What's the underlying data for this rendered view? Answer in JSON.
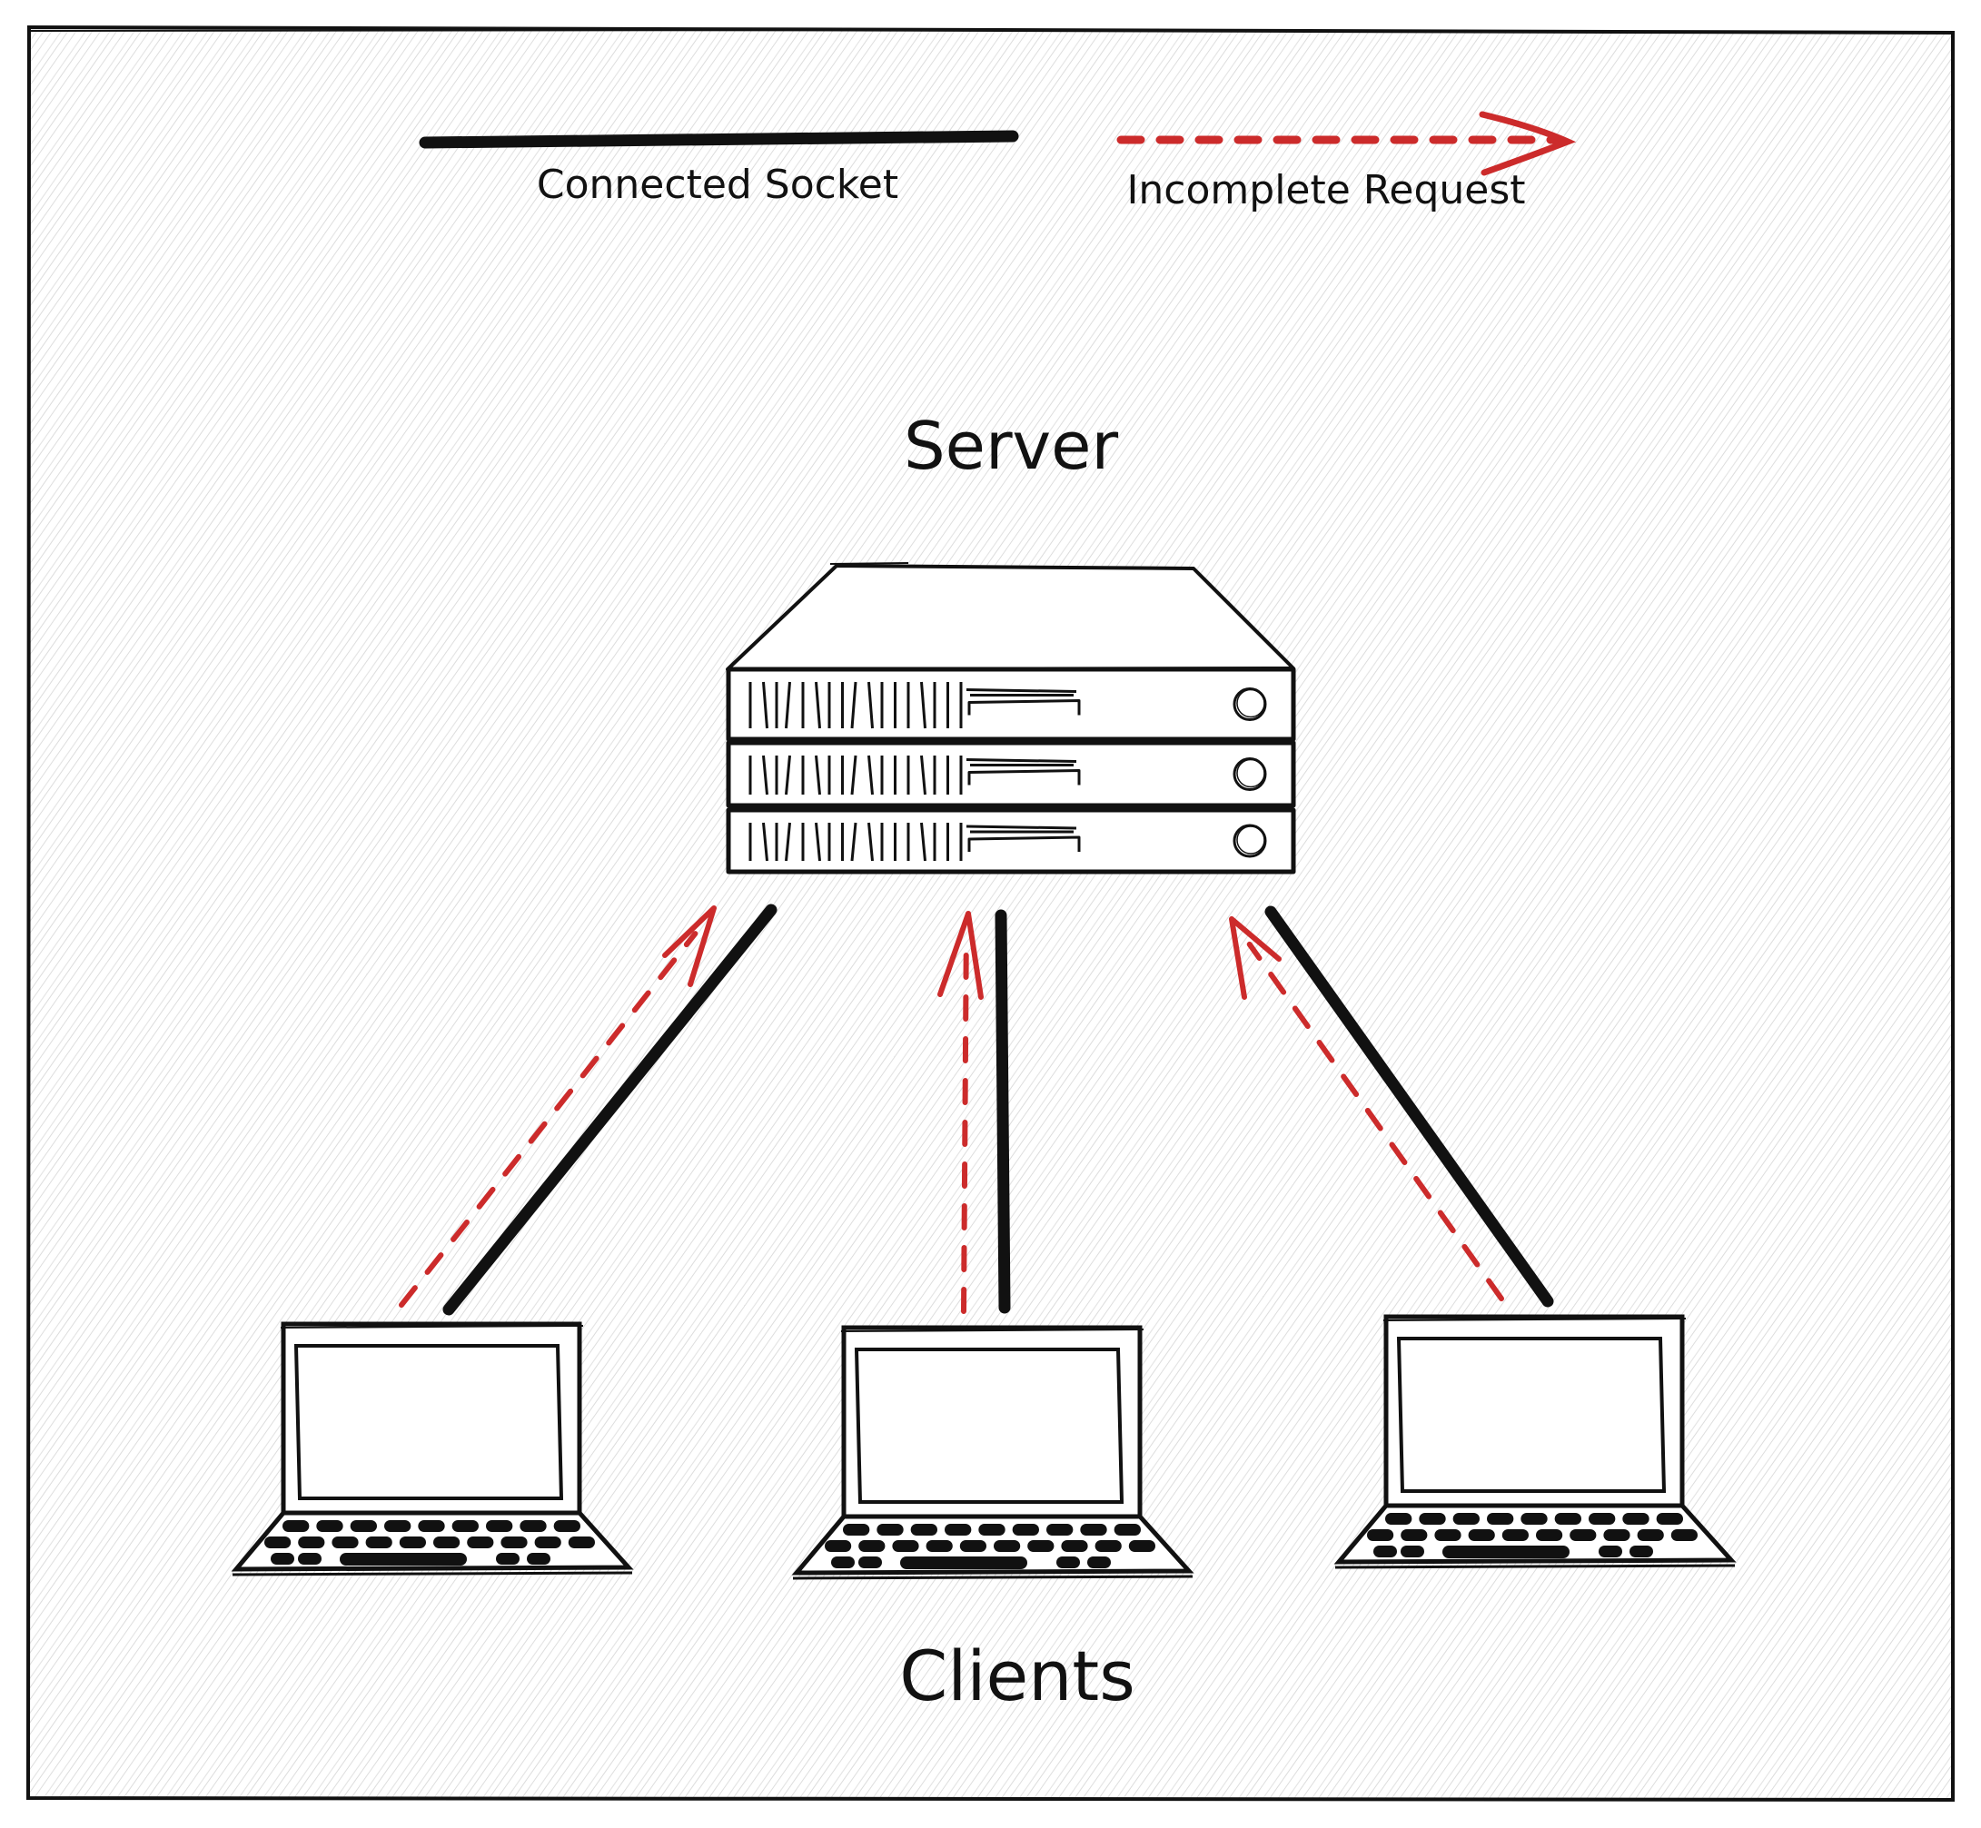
{
  "legend": {
    "connected_socket_label": "Connected Socket",
    "incomplete_request_label": "Incomplete Request"
  },
  "nodes": {
    "server_label": "Server",
    "clients_label": "Clients",
    "server_units": 3,
    "client_count": 3
  },
  "connections": [
    {
      "client": 1,
      "connected_socket": true,
      "incomplete_request": true
    },
    {
      "client": 2,
      "connected_socket": true,
      "incomplete_request": true
    },
    {
      "client": 3,
      "connected_socket": true,
      "incomplete_request": true
    }
  ],
  "colors": {
    "ink": "#111111",
    "request_red": "#cc2b2b",
    "hatch": "#d9d9d9",
    "background": "#ffffff"
  }
}
